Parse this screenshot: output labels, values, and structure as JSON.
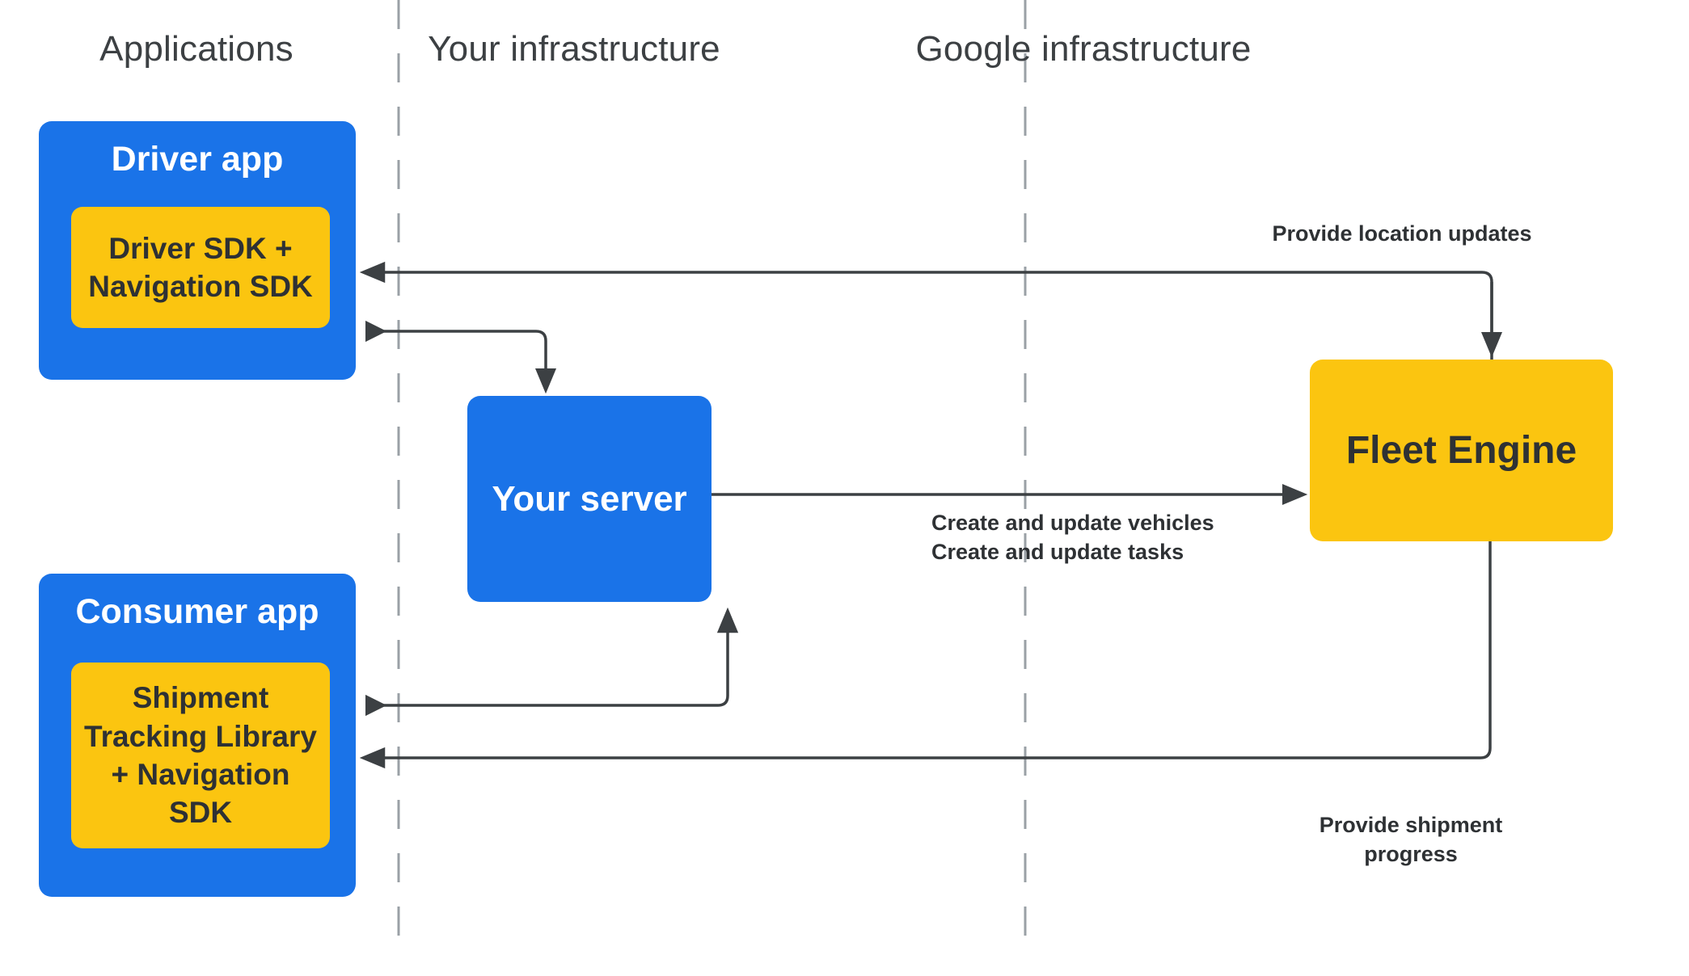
{
  "diagram": {
    "title": "Fleet Engine integration architecture",
    "background_color": "#ffffff",
    "colors": {
      "app_blue": "#1a73e8",
      "sdk_yellow": "#fbc510",
      "arrow_gray": "#3c4043",
      "divider_gray": "#9aa0a6",
      "header_text": "#3c4043",
      "dark_text": "#2e3134",
      "light_text": "#ffffff"
    }
  },
  "columns": [
    {
      "label": "Applications"
    },
    {
      "label": "Your infrastructure"
    },
    {
      "label": "Google infrastructure"
    }
  ],
  "nodes": {
    "driver_app": {
      "title": "Driver app",
      "sdk_label": "Driver SDK +\nNavigation SDK"
    },
    "consumer_app": {
      "title": "Consumer app",
      "sdk_label": "Shipment\nTracking Library\n+ Navigation SDK"
    },
    "your_server": {
      "title": "Your server"
    },
    "fleet_engine": {
      "title": "Fleet Engine"
    }
  },
  "edge_labels": {
    "provide_location_updates": "Provide location updates",
    "create_and_update": "Create and update vehicles\nCreate and update tasks",
    "provide_shipment_progress": "Provide shipment progress"
  }
}
